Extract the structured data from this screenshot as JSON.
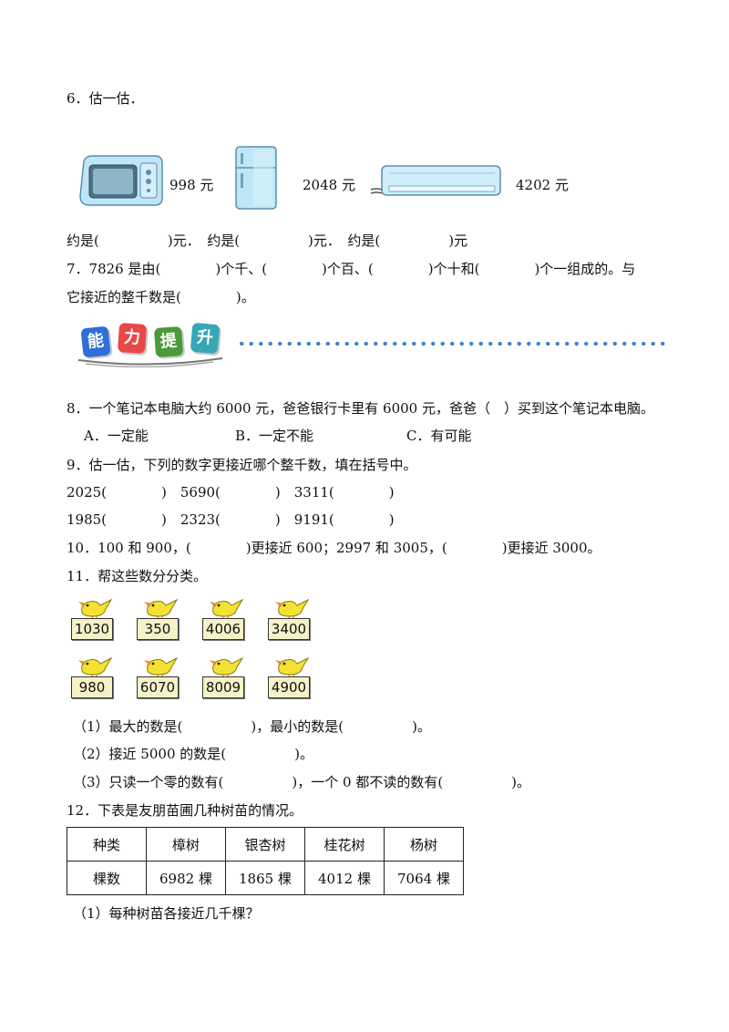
{
  "q6": {
    "title": "6．估一估．",
    "items": [
      {
        "icon": "microwave-icon",
        "price": "998 元"
      },
      {
        "icon": "refrigerator-icon",
        "price": "2048 元"
      },
      {
        "icon": "air-conditioner-icon",
        "price": "4202 元"
      }
    ],
    "answer_line": "约是(　　　　　)元．　约是(　　　　　)元．　约是(　　　　　)元"
  },
  "q7": {
    "line1": "7．7826 是由(　　　　)个千、(　　　　)个百、(　　　　)个十和(　　　　)个一组成的。与",
    "line2": "它接近的整千数是(　　　　)。"
  },
  "section_badge": {
    "chars": [
      "能",
      "力",
      "提",
      "升"
    ],
    "colors": [
      "#2f6fd6",
      "#e8484a",
      "#4a9a3a",
      "#37a7b8"
    ]
  },
  "q8": {
    "question": "8．一个笔记本电脑大约 6000 元，爸爸银行卡里有 6000 元，爸爸（　）买到这个笔记本电脑。",
    "options": [
      "A．一定能",
      "B．一定不能",
      "C．有可能"
    ]
  },
  "q9": {
    "title": "9．估一估，下列的数字更接近哪个整千数，填在括号中。",
    "row1": "2025(　　　　)　5690(　　　　)　3311(　　　　)",
    "row2": "1985(　　　　)　2323(　　　　)　9191(　　　　)"
  },
  "q10": {
    "text": "10．100 和 900，(　　　　)更接近 600；2997 和 3005，(　　　　)更接近 3000。"
  },
  "q11": {
    "title": "11．帮这些数分分类。",
    "numbers": [
      "1030",
      "350",
      "4006",
      "3400",
      "980",
      "6070",
      "8009",
      "4900"
    ],
    "sub1": "（1）最大的数是(　　　　　)，最小的数是(　　　　　)。",
    "sub2": "（2）接近 5000 的数是(　　　　　)。",
    "sub3": "（3）只读一个零的数有(　　　　　)，一个 0 都不读的数有(　　　　　)。"
  },
  "q12": {
    "title": "12．下表是友朋苗圃几种树苗的情况。",
    "headers": [
      "种类",
      "樟树",
      "银杏树",
      "桂花树",
      "杨树"
    ],
    "row": [
      "棵数",
      "6982 棵",
      "1865 棵",
      "4012 棵",
      "7064 棵"
    ],
    "sub1": "（1）每种树苗各接近几千棵？"
  }
}
